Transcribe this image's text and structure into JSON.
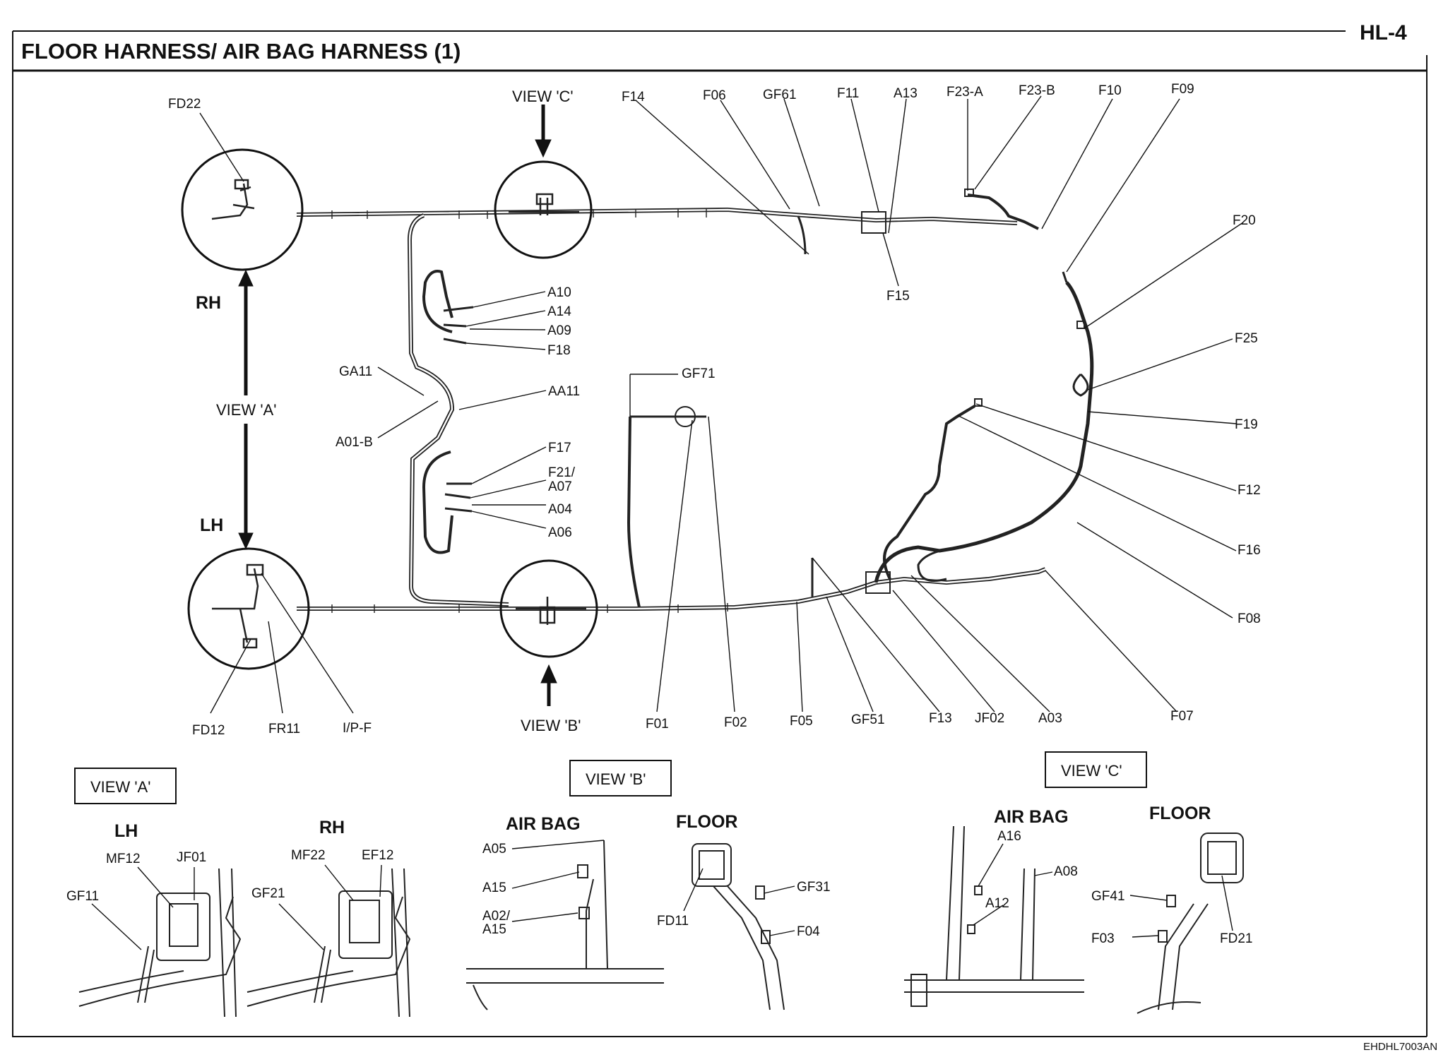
{
  "page_code": "HL-4",
  "title": "FLOOR HARNESS/ AIR BAG HARNESS (1)",
  "document_id": "EHDHL7003AN",
  "main_view": {
    "side_labels": {
      "rh": "RH",
      "lh": "LH"
    },
    "view_callouts": {
      "a": "VIEW 'A'",
      "b": "VIEW 'B'",
      "c": "VIEW 'C'"
    },
    "connectors": {
      "FD22": "FD22",
      "F14": "F14",
      "F06": "F06",
      "GF61": "GF61",
      "F11": "F11",
      "A13": "A13",
      "F23A": "F23-A",
      "F23B": "F23-B",
      "F10": "F10",
      "F09": "F09",
      "F20": "F20",
      "F15": "F15",
      "F25": "F25",
      "F19": "F19",
      "F12": "F12",
      "F16": "F16",
      "F08": "F08",
      "F07": "F07",
      "A03": "A03",
      "JF02": "JF02",
      "F13": "F13",
      "GF51": "GF51",
      "F05": "F05",
      "F02": "F02",
      "F01": "F01",
      "GF71": "GF71",
      "A10": "A10",
      "A14": "A14",
      "A09": "A09",
      "F18": "F18",
      "GA11": "GA11",
      "AA11": "AA11",
      "A01B": "A01-B",
      "F17": "F17",
      "F21A07_1": "F21/",
      "F21A07_2": "A07",
      "A04": "A04",
      "A06": "A06",
      "FD12": "FD12",
      "FR11": "FR11",
      "IPF": "I/P-F"
    }
  },
  "detail_views": {
    "a": {
      "box_label": "VIEW 'A'",
      "lh": {
        "heading": "LH",
        "labels": {
          "MF12": "MF12",
          "JF01": "JF01",
          "GF11": "GF11"
        }
      },
      "rh": {
        "heading": "RH",
        "labels": {
          "MF22": "MF22",
          "EF12": "EF12",
          "GF21": "GF21"
        }
      }
    },
    "b": {
      "box_label": "VIEW 'B'",
      "airbag": {
        "heading": "AIR BAG",
        "labels": {
          "A05": "A05",
          "A15": "A15",
          "A02_1": "A02/",
          "A02_2": "A15"
        }
      },
      "floor": {
        "heading": "FLOOR",
        "labels": {
          "FD11": "FD11",
          "GF31": "GF31",
          "F04": "F04"
        }
      }
    },
    "c": {
      "box_label": "VIEW 'C'",
      "airbag": {
        "heading": "AIR BAG",
        "labels": {
          "A16": "A16",
          "A08": "A08",
          "A12": "A12"
        }
      },
      "floor": {
        "heading": "FLOOR",
        "labels": {
          "GF41": "GF41",
          "F03": "F03",
          "FD21": "FD21"
        }
      }
    }
  },
  "colors": {
    "ink": "#111111",
    "paper": "#ffffff"
  }
}
